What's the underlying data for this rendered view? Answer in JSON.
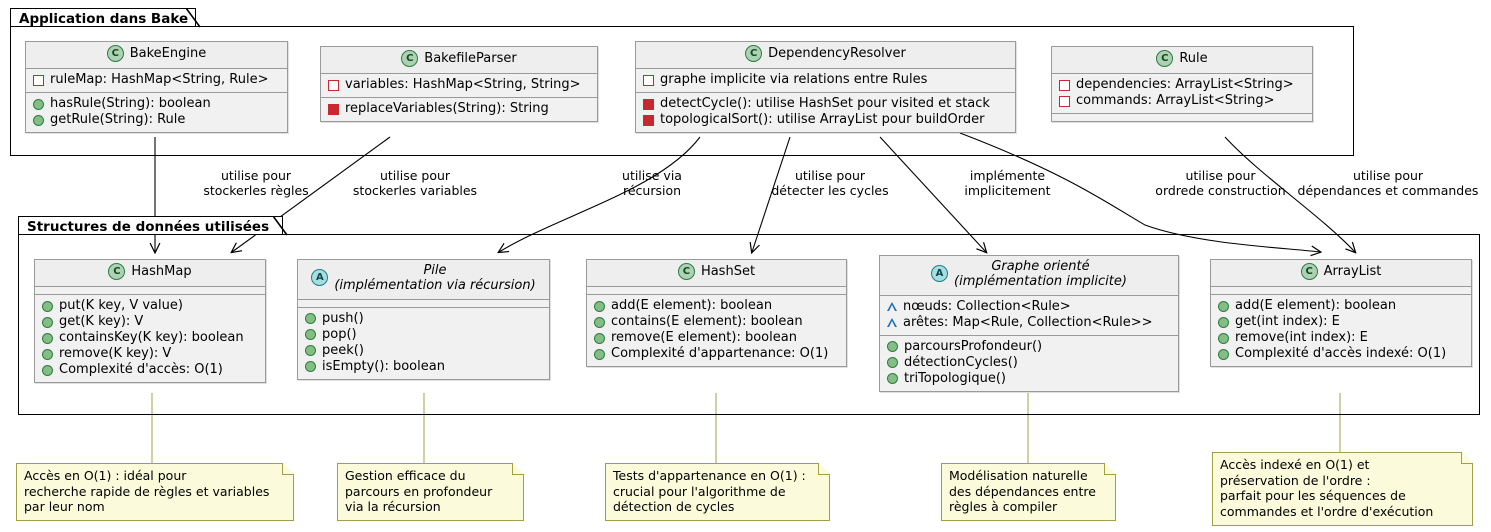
{
  "diagram": {
    "title": "Application dans Bake / Structures de donnees utilisees"
  },
  "packages": [
    {
      "name": "pkg-application",
      "label": "Application dans Bake"
    },
    {
      "name": "pkg-structures",
      "label": "Structures de données utilisées"
    }
  ],
  "classes": [
    {
      "id": "BakeEngine",
      "stereotype": "C",
      "title_line1": "BakeEngine",
      "title_line2": "",
      "abstract": false,
      "attributes": [
        {
          "marker": "priv-field",
          "text": "ruleMap: HashMap<String, Rule>"
        }
      ],
      "methods": [
        {
          "marker": "pub-meth",
          "text": "hasRule(String): boolean"
        },
        {
          "marker": "pub-meth",
          "text": "getRule(String): Rule"
        }
      ]
    },
    {
      "id": "BakefileParser",
      "stereotype": "C",
      "title_line1": "BakefileParser",
      "title_line2": "",
      "abstract": false,
      "attributes": [
        {
          "marker": "priv-field",
          "text": "variables: HashMap<String, String>"
        }
      ],
      "methods": [
        {
          "marker": "priv-meth",
          "text": "replaceVariables(String): String"
        }
      ]
    },
    {
      "id": "DependencyResolver",
      "stereotype": "C",
      "title_line1": "DependencyResolver",
      "title_line2": "",
      "abstract": false,
      "attributes": [
        {
          "marker": "priv-field",
          "text": "graphe implicite via relations entre Rules"
        }
      ],
      "methods": [
        {
          "marker": "priv-meth",
          "text": "detectCycle(): utilise HashSet pour visited et stack"
        },
        {
          "marker": "priv-meth",
          "text": "topologicalSort(): utilise ArrayList pour buildOrder"
        }
      ]
    },
    {
      "id": "Rule",
      "stereotype": "C",
      "title_line1": "Rule",
      "title_line2": "",
      "abstract": false,
      "attributes": [
        {
          "marker": "priv-field",
          "text": "dependencies: ArrayList<String>"
        },
        {
          "marker": "priv-field",
          "text": "commands: ArrayList<String>"
        }
      ],
      "methods": []
    },
    {
      "id": "HashMap",
      "stereotype": "C",
      "title_line1": "HashMap",
      "title_line2": "",
      "abstract": false,
      "attributes": [],
      "methods": [
        {
          "marker": "pub-meth",
          "text": "put(K key, V value)"
        },
        {
          "marker": "pub-meth",
          "text": "get(K key): V"
        },
        {
          "marker": "pub-meth",
          "text": "containsKey(K key): boolean"
        },
        {
          "marker": "pub-meth",
          "text": "remove(K key): V"
        },
        {
          "marker": "pub-meth",
          "text": "Complexité d'accès: O(1)"
        }
      ]
    },
    {
      "id": "Pile",
      "stereotype": "A",
      "title_line1": "Pile",
      "title_line2": "(implémentation via récursion)",
      "abstract": true,
      "attributes": [],
      "methods": [
        {
          "marker": "pub-meth",
          "text": "push()"
        },
        {
          "marker": "pub-meth",
          "text": "pop()"
        },
        {
          "marker": "pub-meth",
          "text": "peek()"
        },
        {
          "marker": "pub-meth",
          "text": "isEmpty(): boolean"
        }
      ]
    },
    {
      "id": "HashSet",
      "stereotype": "C",
      "title_line1": "HashSet",
      "title_line2": "",
      "abstract": false,
      "attributes": [],
      "methods": [
        {
          "marker": "pub-meth",
          "text": "add(E element): boolean"
        },
        {
          "marker": "pub-meth",
          "text": "contains(E element): boolean"
        },
        {
          "marker": "pub-meth",
          "text": "remove(E element): boolean"
        },
        {
          "marker": "pub-meth",
          "text": "Complexité d'appartenance: O(1)"
        }
      ]
    },
    {
      "id": "GrapheOriente",
      "stereotype": "A",
      "title_line1": "Graphe orienté",
      "title_line2": "(implémentation implicite)",
      "abstract": true,
      "attributes": [
        {
          "marker": "prot-field",
          "text": "nœuds: Collection<Rule>"
        },
        {
          "marker": "prot-field",
          "text": "arêtes: Map<Rule, Collection<Rule>>"
        }
      ],
      "methods": [
        {
          "marker": "pub-meth",
          "text": "parcoursProfondeur()"
        },
        {
          "marker": "pub-meth",
          "text": "détectionCycles()"
        },
        {
          "marker": "pub-meth",
          "text": "triTopologique()"
        }
      ]
    },
    {
      "id": "ArrayList",
      "stereotype": "C",
      "title_line1": "ArrayList",
      "title_line2": "",
      "abstract": false,
      "attributes": [],
      "methods": [
        {
          "marker": "pub-meth",
          "text": "add(E element): boolean"
        },
        {
          "marker": "pub-meth",
          "text": "get(int index): E"
        },
        {
          "marker": "pub-meth",
          "text": "remove(int index): E"
        },
        {
          "marker": "pub-meth",
          "text": "Complexité d'accès indexé: O(1)"
        }
      ]
    }
  ],
  "edge_labels": [
    {
      "id": "edge-bakeengine-hashmap",
      "line1": "utilise pour",
      "line2": "stockerles règles"
    },
    {
      "id": "edge-bakefileparser-hashmap",
      "line1": "utilise pour",
      "line2": "stockerles variables"
    },
    {
      "id": "edge-resolver-pile",
      "line1": "utilise via",
      "line2": "récursion"
    },
    {
      "id": "edge-resolver-hashset",
      "line1": "utilise pour",
      "line2": "détecter les cycles"
    },
    {
      "id": "edge-resolver-graphe",
      "line1": "implémente",
      "line2": "implicitement"
    },
    {
      "id": "edge-resolver-arraylist",
      "line1": "utilise pour",
      "line2": "ordrede construction"
    },
    {
      "id": "edge-rule-arraylist",
      "line1": "utilise pour",
      "line2": "dépendances et commandes"
    }
  ],
  "notes": [
    {
      "id": "note-hashmap",
      "lines": [
        "Accès en O(1) : idéal pour",
        "recherche rapide de règles et variables",
        "par leur nom"
      ]
    },
    {
      "id": "note-pile",
      "lines": [
        "Gestion efficace du",
        "parcours en profondeur",
        "via la récursion"
      ]
    },
    {
      "id": "note-hashset",
      "lines": [
        "Tests d'appartenance en O(1) :",
        "crucial pour l'algorithme de",
        "détection de cycles"
      ]
    },
    {
      "id": "note-graphe",
      "lines": [
        "Modélisation naturelle",
        "des dépendances entre",
        "règles à compiler"
      ]
    },
    {
      "id": "note-arraylist",
      "lines": [
        "Accès indexé en O(1) et",
        "préservation de l'ordre :",
        "parfait pour les séquences de",
        "commandes et l'ordre d'exécution"
      ]
    }
  ],
  "colors": {
    "class_icon": "#ADD1B2",
    "abstract_icon": "#A9DCDF",
    "private_marker": "#C82930",
    "public_marker": "#84BE84",
    "protected_marker": "#1D6FB8",
    "note_bg": "#FBFBDB",
    "class_bg": "#F1F1F1"
  }
}
